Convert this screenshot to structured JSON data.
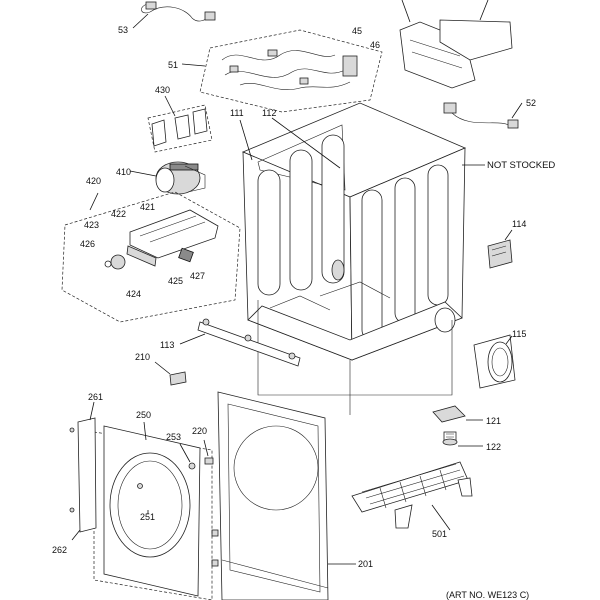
{
  "diagram": {
    "note_not_stocked": "NOT STOCKED",
    "art_no": "(ART NO. WE123 C)",
    "callouts": {
      "c53": "53",
      "c45": "45",
      "c46": "46",
      "c51": "51",
      "c430": "430",
      "c410": "410",
      "c420": "420",
      "c421": "421",
      "c422": "422",
      "c423": "423",
      "c426": "426",
      "c424": "424",
      "c425": "425",
      "c427": "427",
      "c111": "111",
      "c112": "112",
      "c52": "52",
      "c114": "114",
      "c113": "113",
      "c210": "210",
      "c115": "115",
      "c121": "121",
      "c122": "122",
      "c261": "261",
      "c250": "250",
      "c253": "253",
      "c220": "220",
      "c251": "251",
      "c262": "262",
      "c501": "501",
      "c201": "201"
    }
  }
}
